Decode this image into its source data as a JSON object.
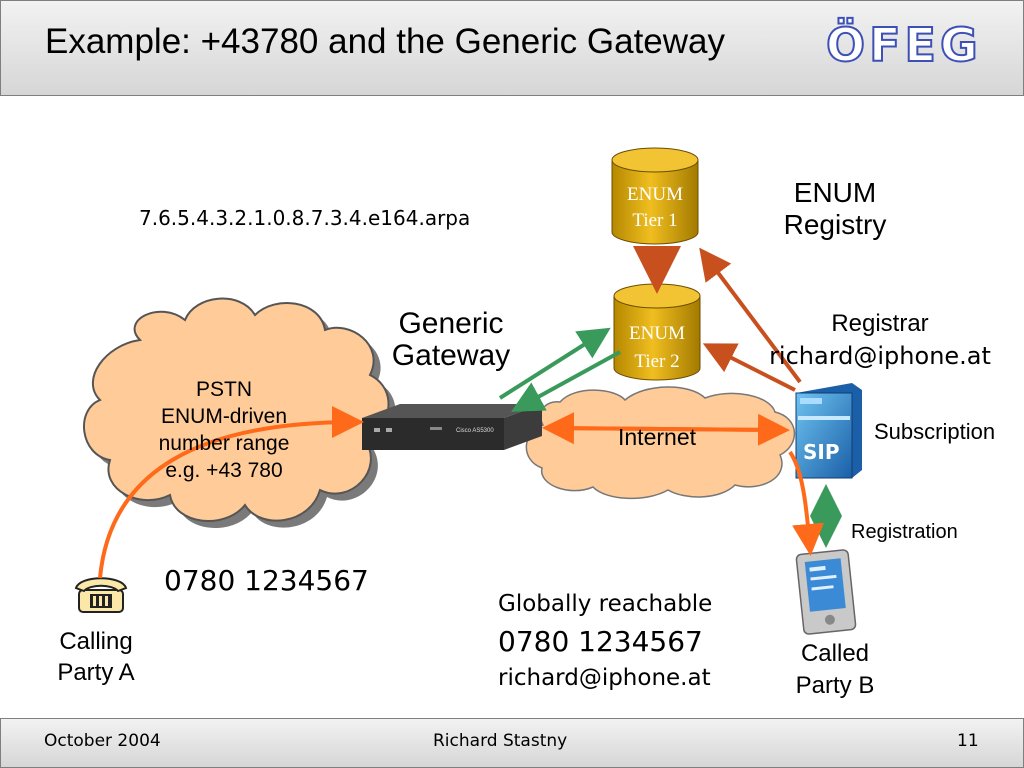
{
  "header": {
    "title": "Example: +43780 and the Generic Gateway",
    "logo": "ÖFEG"
  },
  "diagram": {
    "enum_domain": "7.6.5.4.3.2.1.0.8.7.3.4.e164.arpa",
    "enum_tier1": {
      "line1": "ENUM",
      "line2": "Tier 1"
    },
    "enum_tier2": {
      "line1": "ENUM",
      "line2": "Tier 2"
    },
    "enum_registry": {
      "line1": "ENUM",
      "line2": "Registry"
    },
    "registrar": {
      "line1": "Registrar",
      "line2": "richard@iphone.at"
    },
    "generic_gateway": {
      "line1": "Generic",
      "line2": "Gateway"
    },
    "gateway_device_text": "Cisco AS5300",
    "pstn_cloud": {
      "line1": "PSTN",
      "line2": "ENUM-driven",
      "line3": "number range",
      "line4": "e.g. +43 780"
    },
    "internet_cloud": "Internet",
    "subscription": "Subscription",
    "registration": "Registration",
    "sip_server_text": "SIP",
    "calling_party": {
      "line1": "Calling",
      "line2": "Party A"
    },
    "dialed_number": "0780 1234567",
    "reachable": {
      "line1": "Globally reachable",
      "line2": "0780 1234567",
      "line3": "richard@iphone.at"
    },
    "called_party": {
      "line1": "Called",
      "line2": "Party B"
    }
  },
  "footer": {
    "date": "October 2004",
    "author": "Richard Stastny",
    "page": "11"
  },
  "colors": {
    "cylinder": "#d9a400",
    "cloud_fill": "#ffcc99",
    "orange_arrow": "#ff6a1a",
    "green_arrow": "#3a9a5c",
    "rust_arrow": "#c8501e",
    "logo_blue": "#3d50b5"
  }
}
